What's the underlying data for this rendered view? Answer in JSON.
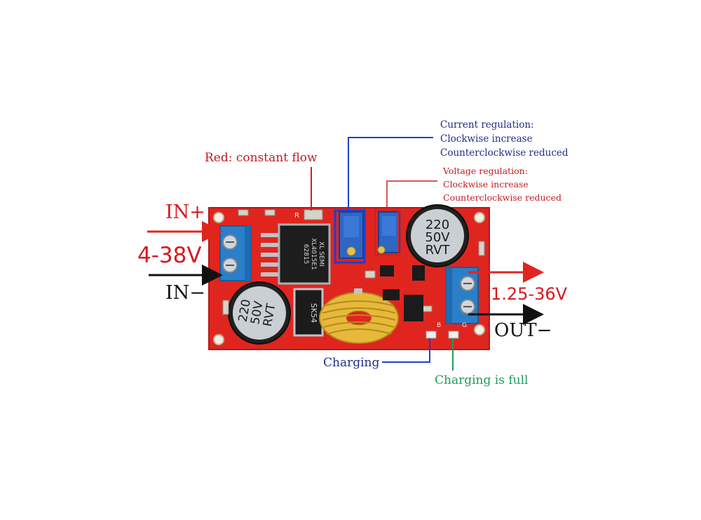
{
  "labels": {
    "in_plus": "IN+",
    "in_range": "4-38V",
    "in_minus": "IN−",
    "out_range": "1.25-36V",
    "out_minus": "OUT−",
    "red_flow": "Red: constant flow",
    "charging": "Charging",
    "charging_full": "Charging is full"
  },
  "current_regulation": {
    "title": "Current regulation:",
    "line1": "Clockwise increase",
    "line2": "Counterclockwise reduced"
  },
  "voltage_regulation": {
    "title": "Voltage regulation:",
    "line1": "Clockwise increase",
    "line2": "Counterclockwise reduced"
  },
  "board": {
    "cap1_line1": "220",
    "cap1_line2": "50V",
    "cap1_line3": "RVT",
    "cap2_line1": "220",
    "cap2_line2": "50V",
    "cap2_line3": "RVT",
    "ic_line1": "XL SEMI",
    "ic_line2": "XL4015E1",
    "ic_line3": "62815",
    "diode": "SK54",
    "r_mark": "R",
    "b_mark": "B",
    "g_mark": "G"
  },
  "colors": {
    "board_red": "#e0251f",
    "annot_red": "#c8191f",
    "annot_blue": "#1f2d8a",
    "annot_green": "#1e9a5a",
    "terminal_blue": "#2a7fc8",
    "coil_yellow": "#e6b93a"
  }
}
